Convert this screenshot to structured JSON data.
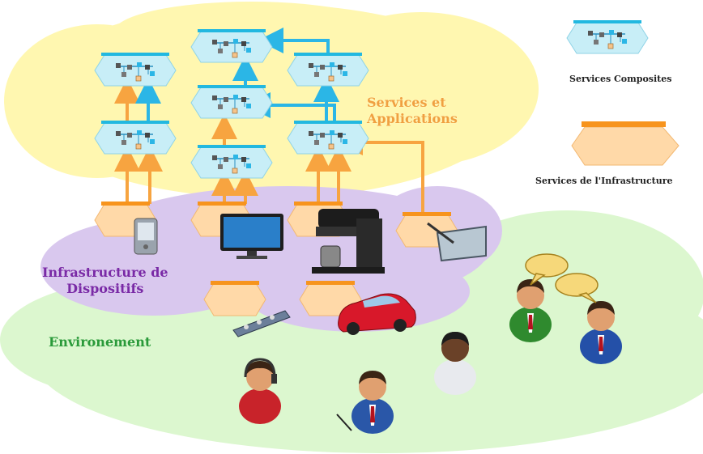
{
  "labels": {
    "services_line1": "Services et",
    "services_line2": "Applications",
    "infra_line1": "Infrastructure de",
    "infra_line2": "Dispositifs",
    "environment": "Environement"
  },
  "legend": {
    "composite": "Services Composites",
    "infrastructure": "Services de l'Infrastructure"
  },
  "colors": {
    "services_cloud": "#fff7b0",
    "device_cloud": "#d9c8ee",
    "environment_cloud": "#dcf7cf",
    "composite_fill": "#c8eef7",
    "composite_bar": "#22b8e0",
    "infra_fill": "#ffd9a8",
    "infra_bar": "#f7941d",
    "arrow_orange": "#f7a440",
    "arrow_blue": "#2bb6e6"
  },
  "icons": {
    "devices": [
      "pda-icon",
      "monitor-icon",
      "coffee-machine-icon",
      "tablet-pen-icon",
      "remote-control-icon",
      "car-icon"
    ],
    "people": [
      "person-headset-icon",
      "person-writing-icon",
      "person-dark-icon",
      "person-green-icon",
      "person-blue-icon",
      "speech-bubbles-icon"
    ]
  }
}
